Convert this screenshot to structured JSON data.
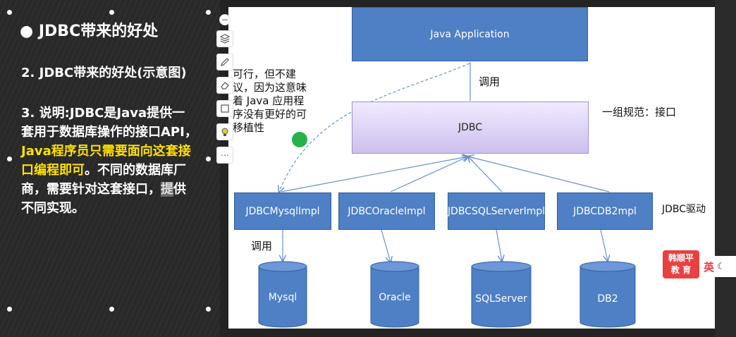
{
  "slide": {
    "heading": "● JDBC带来的好处",
    "point2": "2. JDBC带来的好处(示意图)",
    "point3_parts": [
      "3. 说明:JDBC是Java提供一套用于数据库操作的接口API，",
      "Java程序员只需要面向这套接口编程即可",
      "。不同的数据库厂商，需要针对这套接口，",
      "提",
      "供不同实现。"
    ]
  },
  "diagram": {
    "app_box": "Java Application",
    "call_label_top": "调用",
    "jdbc_box": "JDBC",
    "jdbc_note": "一组规范：接口",
    "impls": [
      "JDBCMysqlImpl",
      "JDBCOracleImpl",
      "JDBCSQLServerImpl",
      "JDBCDB2mpl"
    ],
    "driver_label": "JDBC驱动",
    "call_label_bottom": "调用",
    "databases": [
      "Mysql",
      "Oracle",
      "SQLServer",
      "DB2"
    ],
    "annotation": "可行，但不建议，因为这意味着 Java 应用程序没有更好的可移植性"
  },
  "overlay": {
    "badge_line1": "韩顺平",
    "badge_line2": "教 育",
    "ime_text": "英"
  },
  "colors": {
    "box_blue": "#4f7fc4",
    "jdbc_purple": "#d8ccf5",
    "highlight_yellow": "#ffe100"
  }
}
